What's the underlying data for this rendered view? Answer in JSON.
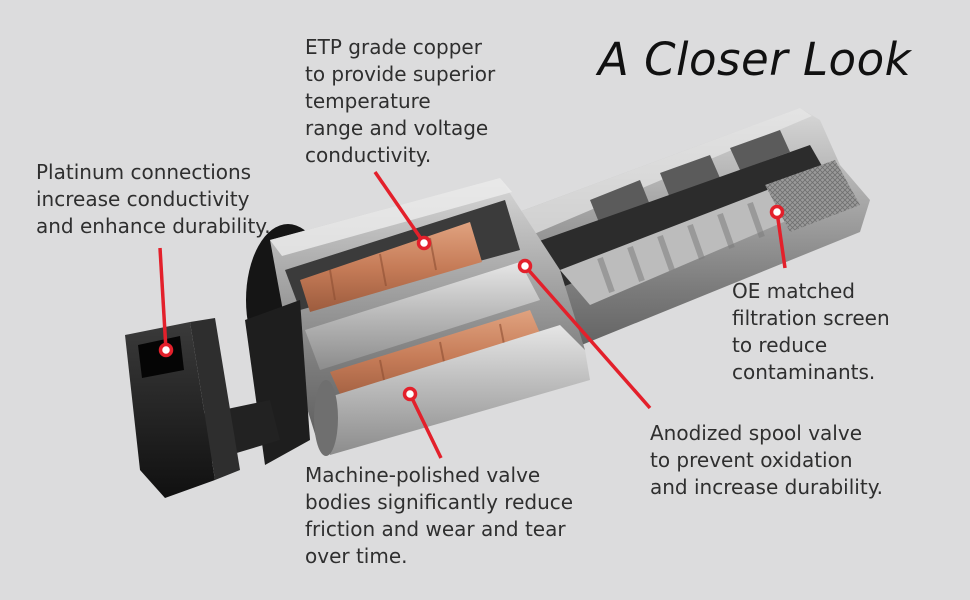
{
  "title": "A Closer Look",
  "callouts": {
    "platinum": "Platinum connections\nincrease conductivity\nand enhance durability.",
    "copper": "ETP grade copper\nto provide superior\ntemperature\nrange and voltage\nconductivity.",
    "oe_screen": "OE matched\nfiltration screen\nto reduce\ncontaminants.",
    "spool": "Anodized spool valve\nto prevent oxidation\nand increase durability.",
    "polished": "Machine-polished valve\nbodies significantly reduce\nfriction and wear and tear\nover time."
  },
  "colors": {
    "background": "#dcdcdd",
    "leader": "#e3202b",
    "copper": "#c98563",
    "steel": "#9c9c9c",
    "connector": "#1b1b1b"
  }
}
